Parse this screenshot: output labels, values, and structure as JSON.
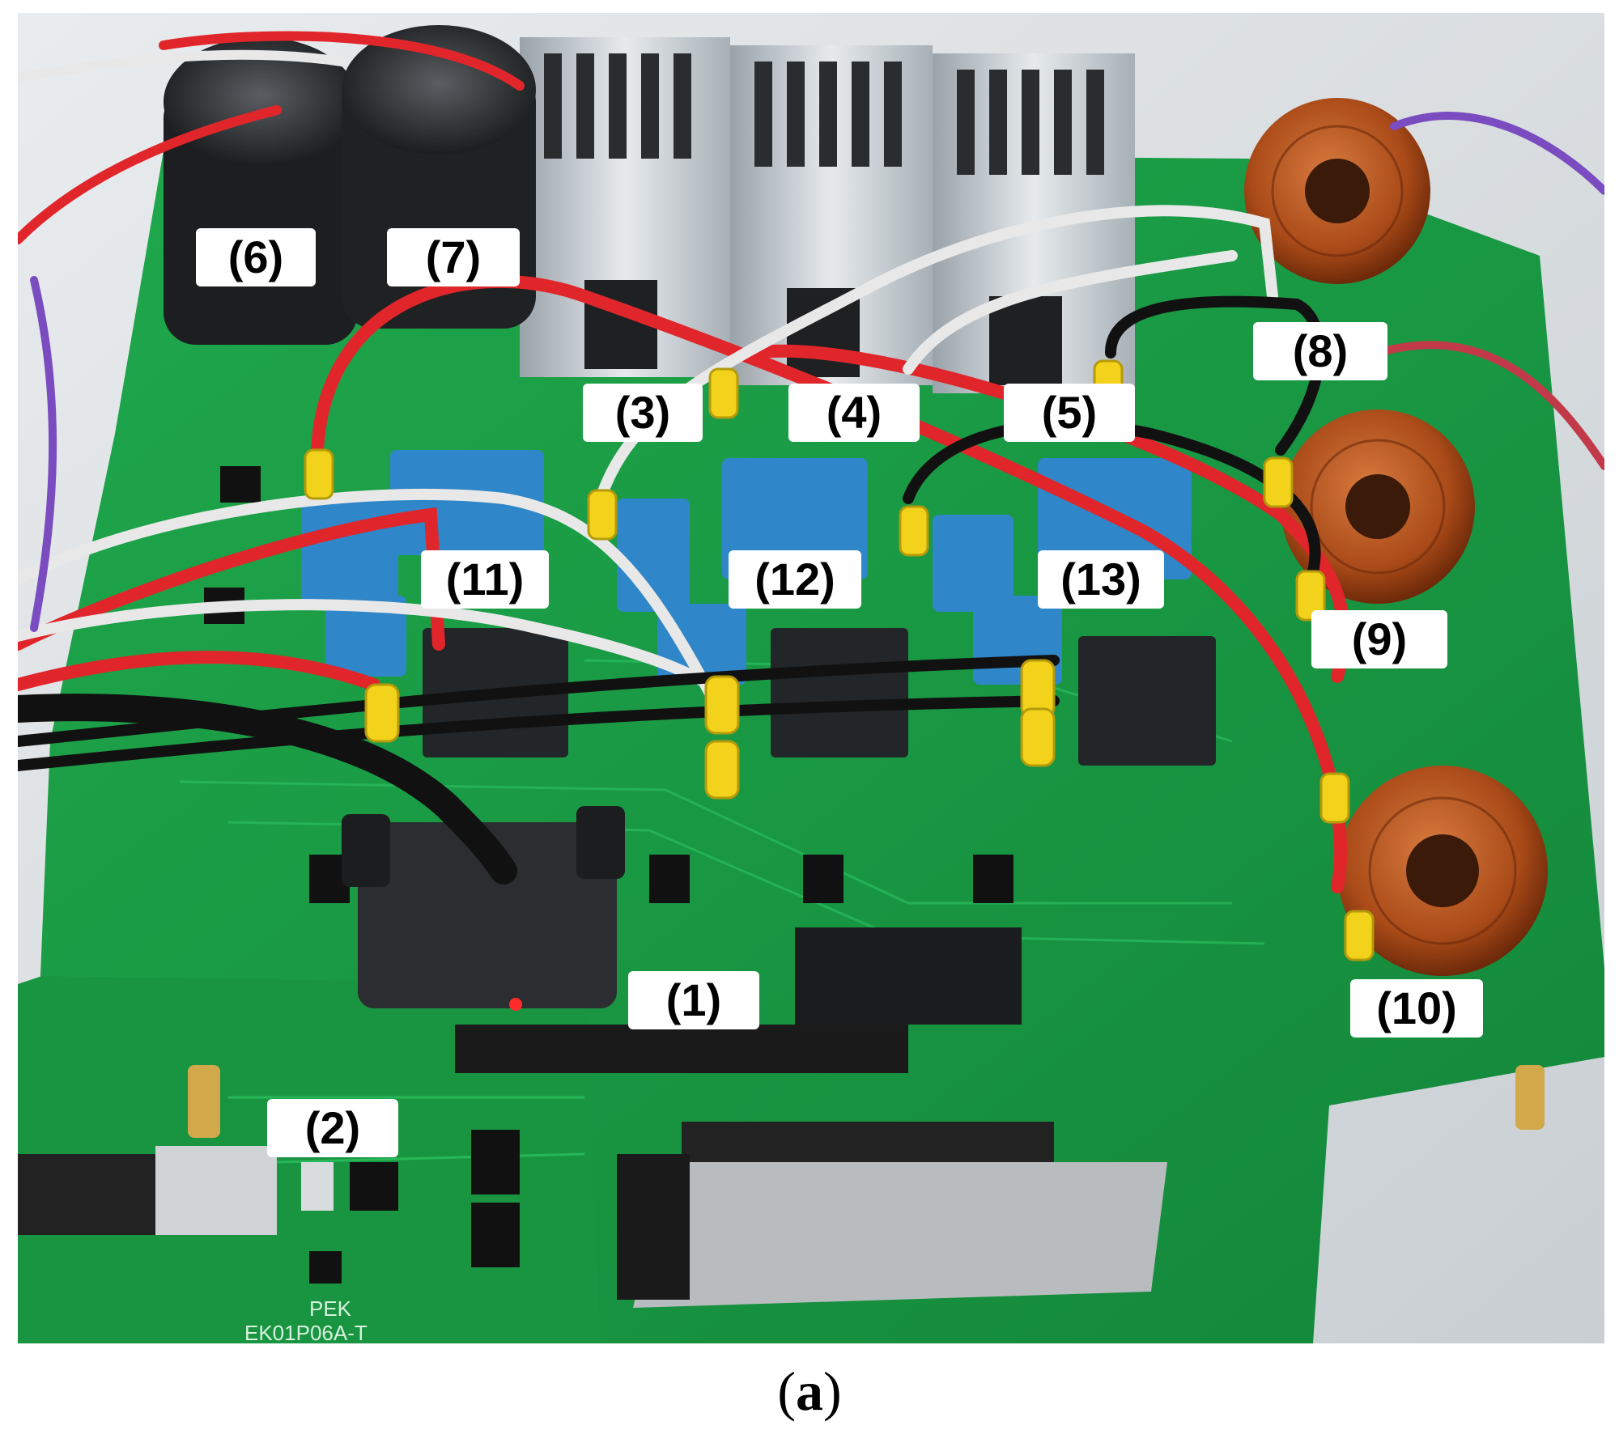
{
  "labels": {
    "l1": "(1)",
    "l2": "(2)",
    "l3": "(3)",
    "l4": "(4)",
    "l5": "(5)",
    "l6": "(6)",
    "l7": "(7)",
    "l8": "(8)",
    "l9": "(9)",
    "l10": "(10)",
    "l11": "(11)",
    "l12": "(12)",
    "l13": "(13)"
  },
  "caption": {
    "open": "(",
    "letter": "a",
    "close": ")"
  },
  "board_silkscreen": {
    "name": "PEK",
    "model": "EK01P06A-T"
  },
  "colors": {
    "pcb": "#1a9a45",
    "copper": "#b5521f",
    "wire_red": "#e0262b",
    "wire_white": "#e8e8e8",
    "wire_black": "#111111",
    "terminal": "#f2d21b",
    "relay_blue": "#2f86c8"
  }
}
